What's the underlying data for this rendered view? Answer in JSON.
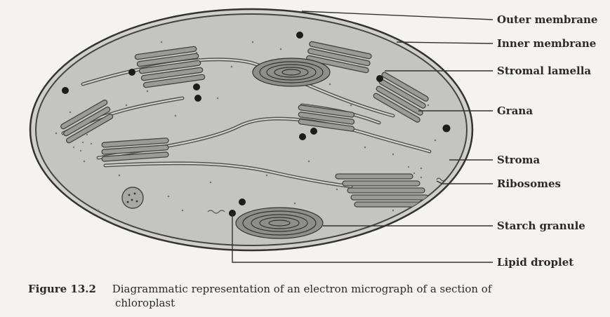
{
  "labels": [
    {
      "id": "outer-membrane",
      "text": "Outer membrane"
    },
    {
      "id": "inner-membrane",
      "text": "Inner membrane"
    },
    {
      "id": "stromal-lamella",
      "text": "Stromal lamella"
    },
    {
      "id": "grana",
      "text": "Grana"
    },
    {
      "id": "stroma",
      "text": "Stroma"
    },
    {
      "id": "ribosomes",
      "text": "Ribosomes"
    },
    {
      "id": "starch-granule",
      "text": "Starch granule"
    },
    {
      "id": "lipid-droplet",
      "text": "Lipid droplet"
    }
  ],
  "caption": {
    "number": "Figure 13.2",
    "line1": "Diagrammatic representation of an electron micrograph of a section of",
    "line2": "chloroplast"
  }
}
